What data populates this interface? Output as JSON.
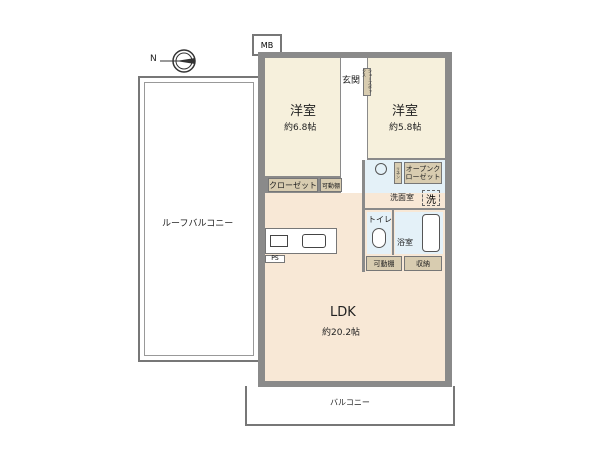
{
  "compass": {
    "north_label": "N"
  },
  "mb": "MB",
  "roof_balcony": "ルーフバルコニー",
  "balcony": "バルコニー",
  "rooms": {
    "west1": {
      "name": "洋室",
      "size": "約6.8帖"
    },
    "west2": {
      "name": "洋室",
      "size": "約5.8帖"
    },
    "ldk": {
      "name": "LDK",
      "size": "約20.2帖"
    },
    "entrance": "玄関",
    "shoebox": "シューズボックス",
    "linen": "リネン",
    "open_closet": "オープンクローゼット",
    "washroom": "洗面室",
    "washer": "洗",
    "toilet": "トイレ",
    "bath": "浴室",
    "closet": "クローゼット",
    "shelf1": "可動棚",
    "shelf2": "可動棚",
    "storage": "収納",
    "ps": "PS"
  }
}
